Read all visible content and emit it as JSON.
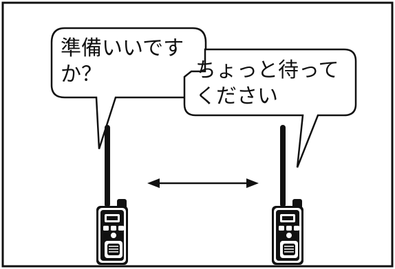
{
  "bubbles": {
    "left": {
      "line1": "準備いいです",
      "line2": "か？"
    },
    "right": {
      "line1": "ちょっと待って",
      "line2": "ください"
    }
  },
  "devices": {
    "left": {
      "icon": "walkie-talkie-icon"
    },
    "right": {
      "icon": "walkie-talkie-icon"
    }
  },
  "link": {
    "icon": "double-arrow-icon"
  },
  "colors": {
    "stroke": "#111111",
    "background": "#ffffff"
  }
}
